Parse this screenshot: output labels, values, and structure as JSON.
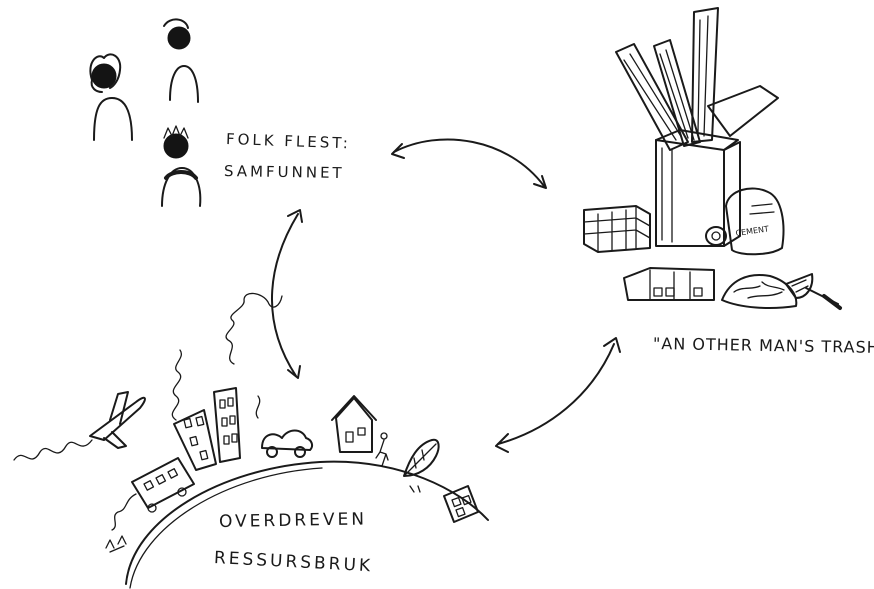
{
  "nodes": {
    "society": {
      "line1": "FOLK FLEST:",
      "line2": "SAMFUNNET"
    },
    "trash": {
      "caption": "\"AN OTHER MAN'S TRASH...\"",
      "cement_label": "CEMENT"
    },
    "earth": {
      "line1": "OVERDREVEN",
      "line2": "RESSURSBRUK"
    }
  },
  "edges": [
    {
      "from": "society",
      "to": "trash",
      "style": "double-headed arrow"
    },
    {
      "from": "society",
      "to": "earth",
      "style": "double-headed arrow"
    },
    {
      "from": "trash",
      "to": "earth",
      "style": "double-headed arrow"
    }
  ],
  "colors": {
    "ink": "#1a1a1a",
    "background": "#ffffff"
  }
}
